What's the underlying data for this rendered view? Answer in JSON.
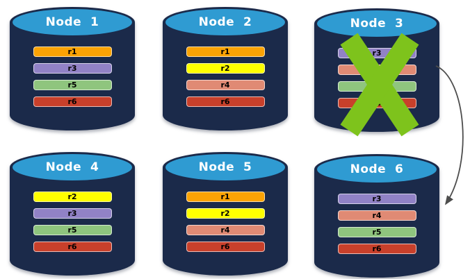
{
  "nodes": [
    {
      "label": "Node  1",
      "failed": false,
      "replicas": [
        "r1",
        "r3",
        "r5",
        "r6"
      ]
    },
    {
      "label": "Node  2",
      "failed": false,
      "replicas": [
        "r1",
        "r2",
        "r4",
        "r6"
      ]
    },
    {
      "label": "Node  3",
      "failed": true,
      "replicas": [
        "r3",
        "r4",
        "r5",
        "r6"
      ]
    },
    {
      "label": "Node  4",
      "failed": false,
      "replicas": [
        "r2",
        "r3",
        "r5",
        "r6"
      ]
    },
    {
      "label": "Node  5",
      "failed": false,
      "replicas": [
        "r1",
        "r2",
        "r4",
        "r6"
      ]
    },
    {
      "label": "Node  6",
      "failed": false,
      "replicas": [
        "r3",
        "r4",
        "r5",
        "r6"
      ]
    }
  ],
  "replica_colors": {
    "r1": "#fba305",
    "r2": "#ffff00",
    "r3": "#9182c6",
    "r4": "#e08a74",
    "r5": "#8fc57e",
    "r6": "#c8402b"
  },
  "colors": {
    "node_body": "#1b2a4a",
    "node_top": "#2f9bd2",
    "failure_x": "#7ec31c",
    "arrow": "#4d4d4d"
  },
  "arrow": {
    "from": "Node 3",
    "to": "Node 6"
  }
}
